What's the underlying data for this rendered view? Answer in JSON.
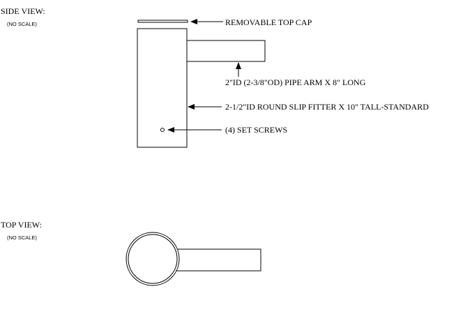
{
  "side_view": {
    "title": "SIDE VIEW:",
    "scale_note": "(NO SCALE)"
  },
  "top_view": {
    "title": "TOP VIEW:",
    "scale_note": "(NO SCALE)"
  },
  "callouts": {
    "top_cap": "REMOVABLE TOP CAP",
    "pipe_arm": "2\"ID (2-3/8\"OD)  PIPE ARM X 8\" LONG",
    "slip_fitter": "2-1/2\"ID ROUND SLIP FITTER X 10\" TALL-STANDARD",
    "set_screws": "(4) SET SCREWS"
  },
  "colors": {
    "line": "#000000",
    "background": "#ffffff"
  }
}
